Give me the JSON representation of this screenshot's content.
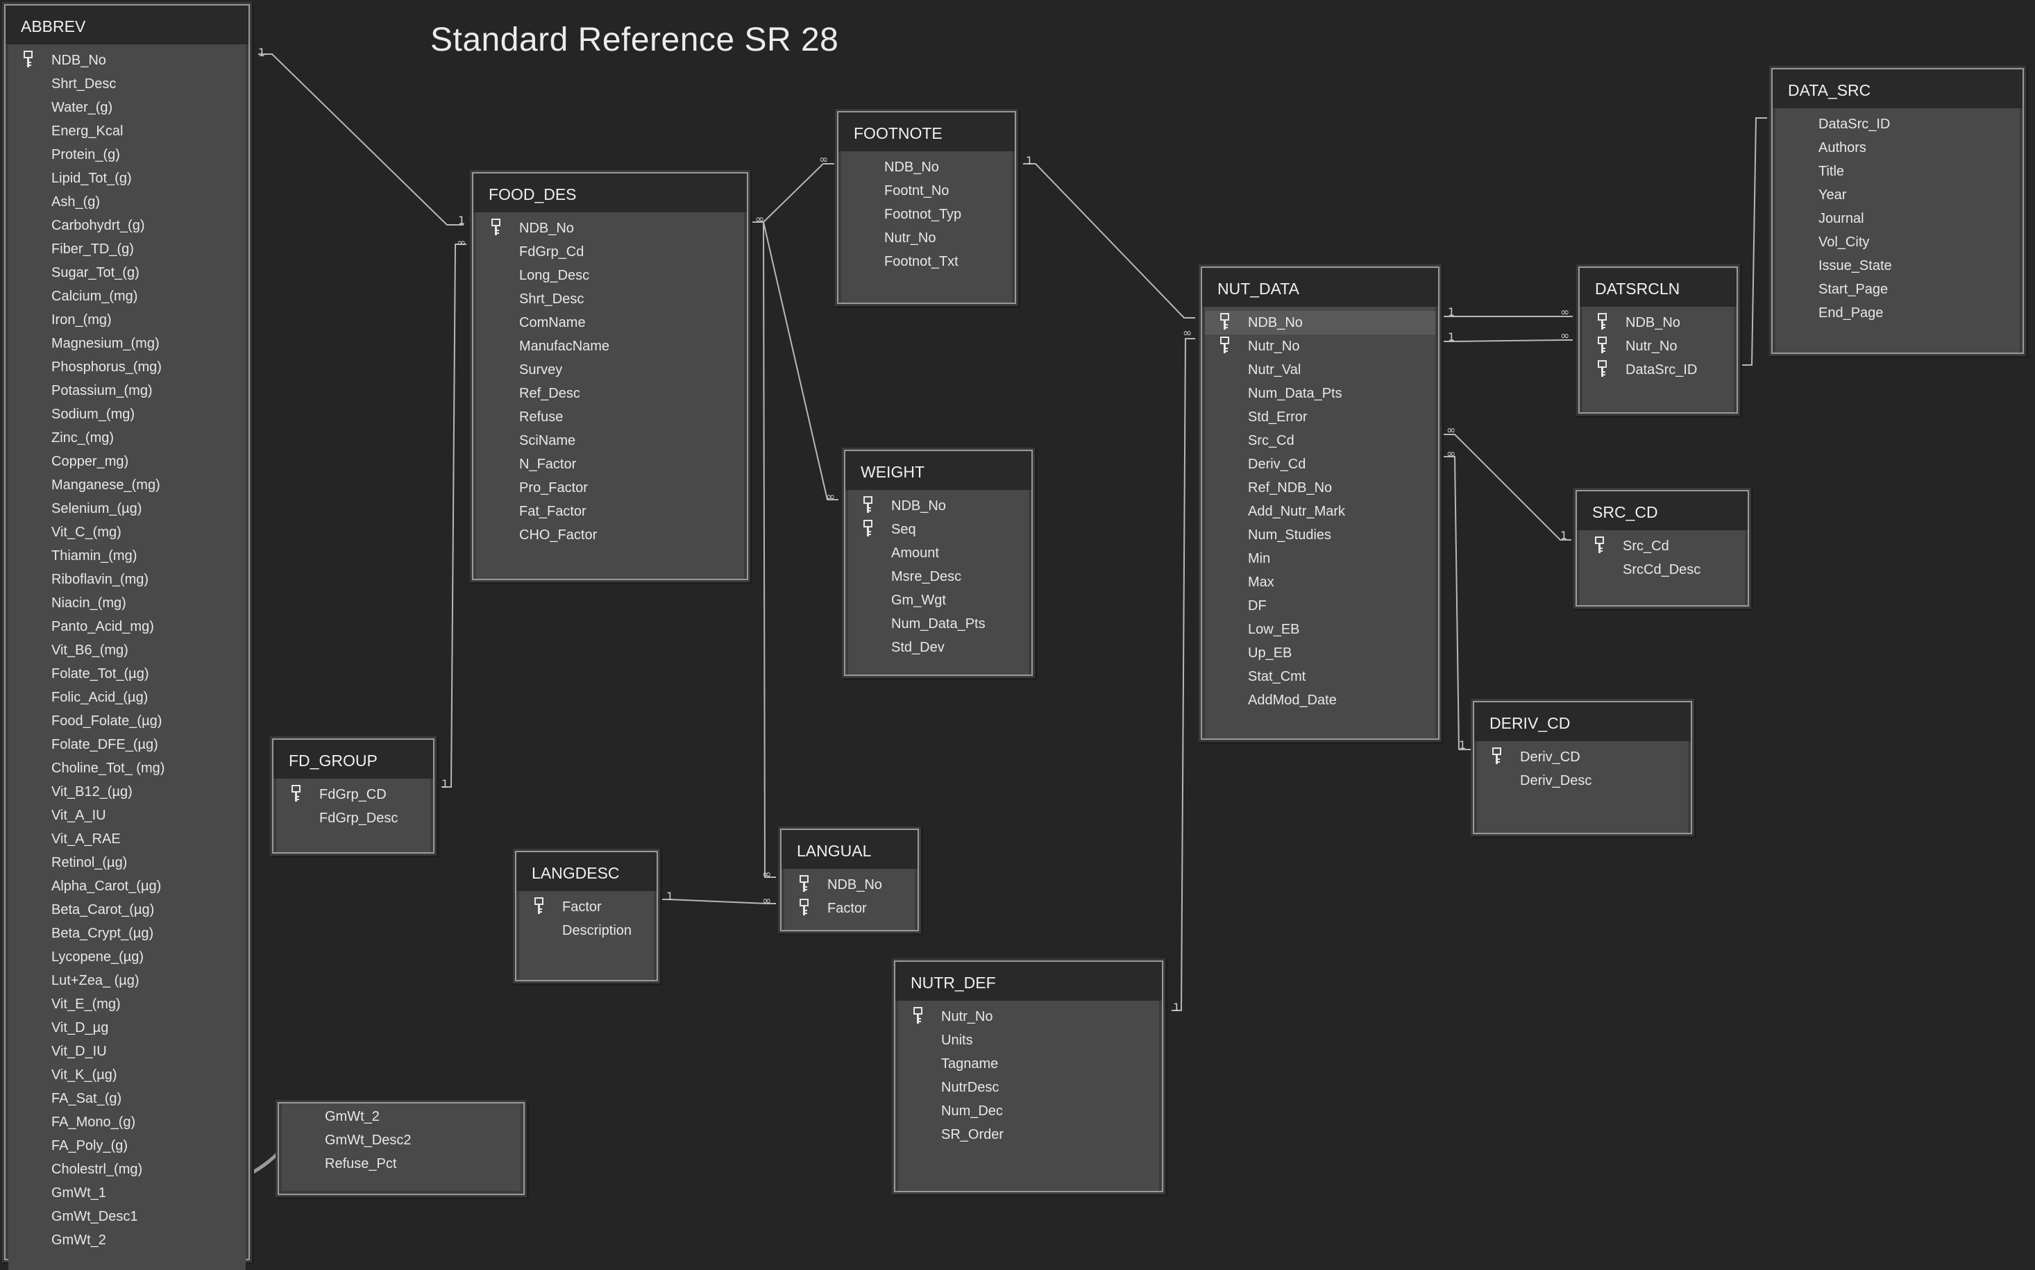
{
  "diagram_title": "Standard Reference SR 28",
  "tables": {
    "abbrev": {
      "name": "ABBREV",
      "fields": [
        "NDB_No",
        "Shrt_Desc",
        "Water_(g)",
        "Energ_Kcal",
        "Protein_(g)",
        "Lipid_Tot_(g)",
        "Ash_(g)",
        "Carbohydrt_(g)",
        "Fiber_TD_(g)",
        "Sugar_Tot_(g)",
        "Calcium_(mg)",
        "Iron_(mg)",
        "Magnesium_(mg)",
        "Phosphorus_(mg)",
        "Potassium_(mg)",
        "Sodium_(mg)",
        "Zinc_(mg)",
        "Copper_mg)",
        "Manganese_(mg)",
        "Selenium_(µg)",
        "Vit_C_(mg)",
        "Thiamin_(mg)",
        "Riboflavin_(mg)",
        "Niacin_(mg)",
        "Panto_Acid_mg)",
        "Vit_B6_(mg)",
        "Folate_Tot_(µg)",
        "Folic_Acid_(µg)",
        "Food_Folate_(µg)",
        "Folate_DFE_(µg)",
        "Choline_Tot_ (mg)",
        "Vit_B12_(µg)",
        "Vit_A_IU",
        "Vit_A_RAE",
        "Retinol_(µg)",
        "Alpha_Carot_(µg)",
        "Beta_Carot_(µg)",
        "Beta_Crypt_(µg)",
        "Lycopene_(µg)",
        "Lut+Zea_ (µg)",
        "Vit_E_(mg)",
        "Vit_D_µg",
        "Vit_D_IU",
        "Vit_K_(µg)",
        "FA_Sat_(g)",
        "FA_Mono_(g)",
        "FA_Poly_(g)",
        "Cholestrl_(mg)",
        "GmWt_1",
        "GmWt_Desc1",
        "GmWt_2"
      ]
    },
    "abbrev_cont": {
      "fields": [
        "GmWt_2",
        "GmWt_Desc2",
        "Refuse_Pct"
      ]
    },
    "food_des": {
      "name": "FOOD_DES",
      "fields": [
        "NDB_No",
        "FdGrp_Cd",
        "Long_Desc",
        "Shrt_Desc",
        "ComName",
        "ManufacName",
        "Survey",
        "Ref_Desc",
        "Refuse",
        "SciName",
        "N_Factor",
        "Pro_Factor",
        "Fat_Factor",
        "CHO_Factor"
      ]
    },
    "footnote": {
      "name": "FOOTNOTE",
      "fields": [
        "NDB_No",
        "Footnt_No",
        "Footnot_Typ",
        "Nutr_No",
        "Footnot_Txt"
      ]
    },
    "weight": {
      "name": "WEIGHT",
      "fields": [
        "NDB_No",
        "Seq",
        "Amount",
        "Msre_Desc",
        "Gm_Wgt",
        "Num_Data_Pts",
        "Std_Dev"
      ]
    },
    "nut_data": {
      "name": "NUT_DATA",
      "fields": [
        "NDB_No",
        "Nutr_No",
        "Nutr_Val",
        "Num_Data_Pts",
        "Std_Error",
        "Src_Cd",
        "Deriv_Cd",
        "Ref_NDB_No",
        "Add_Nutr_Mark",
        "Num_Studies",
        "Min",
        "Max",
        "DF",
        "Low_EB",
        "Up_EB",
        "Stat_Cmt",
        "AddMod_Date"
      ]
    },
    "datsrcln": {
      "name": "DATSRCLN",
      "fields": [
        "NDB_No",
        "Nutr_No",
        "DataSrc_ID"
      ]
    },
    "data_src": {
      "name": "DATA_SRC",
      "fields": [
        "DataSrc_ID",
        "Authors",
        "Title",
        "Year",
        "Journal",
        "Vol_City",
        "Issue_State",
        "Start_Page",
        "End_Page"
      ]
    },
    "src_cd": {
      "name": "SRC_CD",
      "fields": [
        "Src_Cd",
        "SrcCd_Desc"
      ]
    },
    "deriv_cd": {
      "name": "DERIV_CD",
      "fields": [
        "Deriv_CD",
        "Deriv_Desc"
      ]
    },
    "fd_group": {
      "name": "FD_GROUP",
      "fields": [
        "FdGrp_CD",
        "FdGrp_Desc"
      ]
    },
    "langdesc": {
      "name": "LANGDESC",
      "fields": [
        "Factor",
        "Description"
      ]
    },
    "langual": {
      "name": "LANGUAL",
      "fields": [
        "NDB_No",
        "Factor"
      ]
    },
    "nutr_def": {
      "name": "NUTR_DEF",
      "fields": [
        "Nutr_No",
        "Units",
        "Tagname",
        "NutrDesc",
        "Num_Dec",
        "SR_Order"
      ]
    }
  },
  "relationship_marks": {
    "one": "1",
    "many": "∞"
  }
}
